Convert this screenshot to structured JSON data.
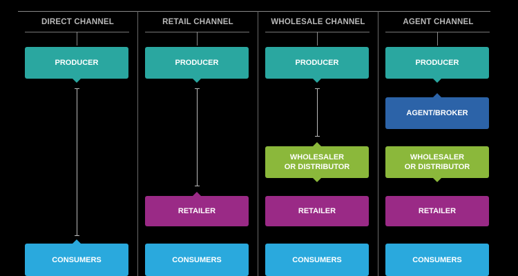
{
  "columns": [
    {
      "header": "DIRECT CHANNEL",
      "boxes": [
        "PRODUCER",
        "CONSUMERS"
      ]
    },
    {
      "header": "RETAIL CHANNEL",
      "boxes": [
        "PRODUCER",
        "RETAILER",
        "CONSUMERS"
      ]
    },
    {
      "header": "WHOLESALE CHANNEL",
      "boxes": [
        "PRODUCER",
        [
          "WHOLESALER",
          "OR DISTRIBUTOR"
        ],
        "RETAILER",
        "CONSUMERS"
      ]
    },
    {
      "header": "AGENT CHANNEL",
      "boxes": [
        "PRODUCER",
        "AGENT/BROKER",
        [
          "WHOLESALER",
          "OR DISTRIBUTOR"
        ],
        "RETAILER",
        "CONSUMERS"
      ]
    }
  ],
  "colors": {
    "producer": "#2aa7a0",
    "agent": "#2c63a8",
    "wholesaler": "#8bb83b",
    "retailer": "#9a2a86",
    "consumers": "#2aa9dd"
  }
}
